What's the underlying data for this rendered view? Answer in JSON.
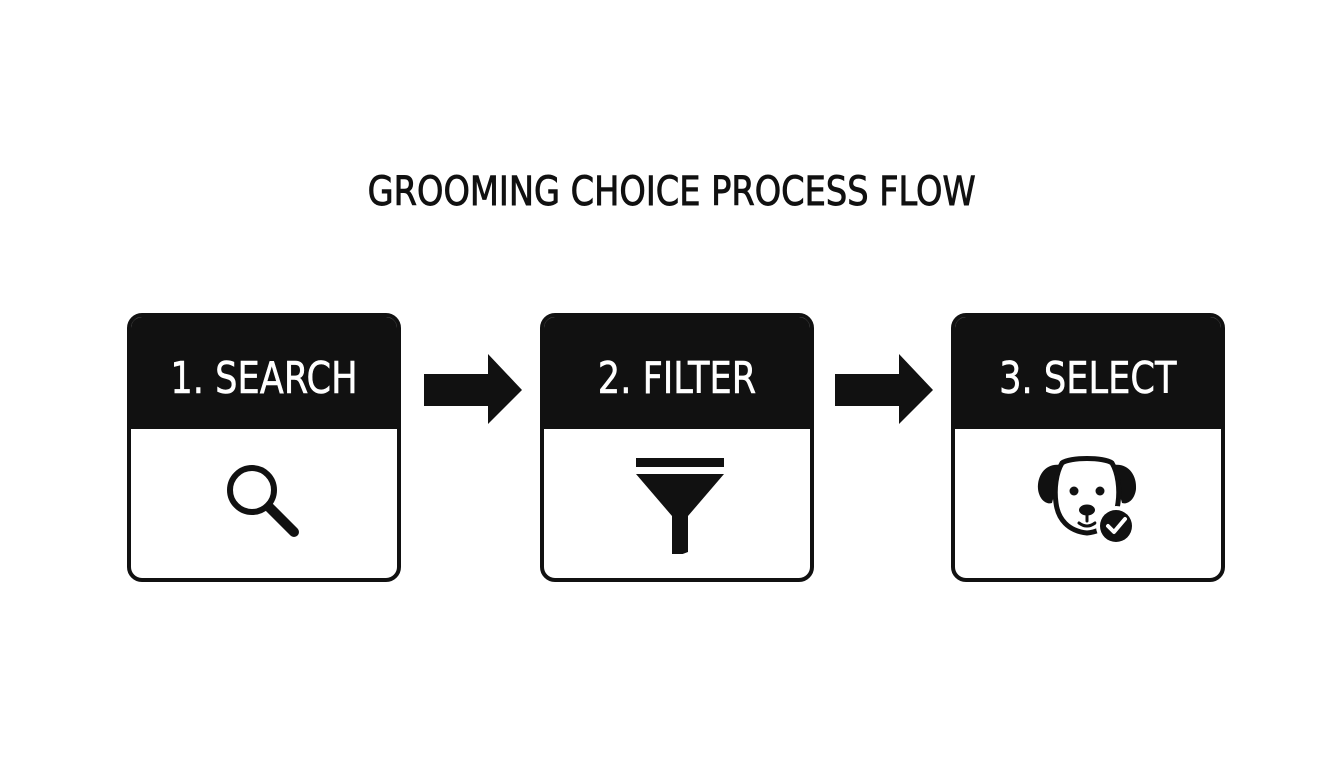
{
  "title": "GROOMING CHOICE PROCESS FLOW",
  "steps": [
    {
      "label": "1. SEARCH",
      "icon": "magnifying-glass-icon"
    },
    {
      "label": "2. FILTER",
      "icon": "funnel-icon"
    },
    {
      "label": "3. SELECT",
      "icon": "dog-with-checkmark-icon"
    }
  ],
  "connectors": [
    "right-arrow",
    "right-arrow"
  ],
  "colors": {
    "background": "#ffffff",
    "ink": "#111111"
  }
}
